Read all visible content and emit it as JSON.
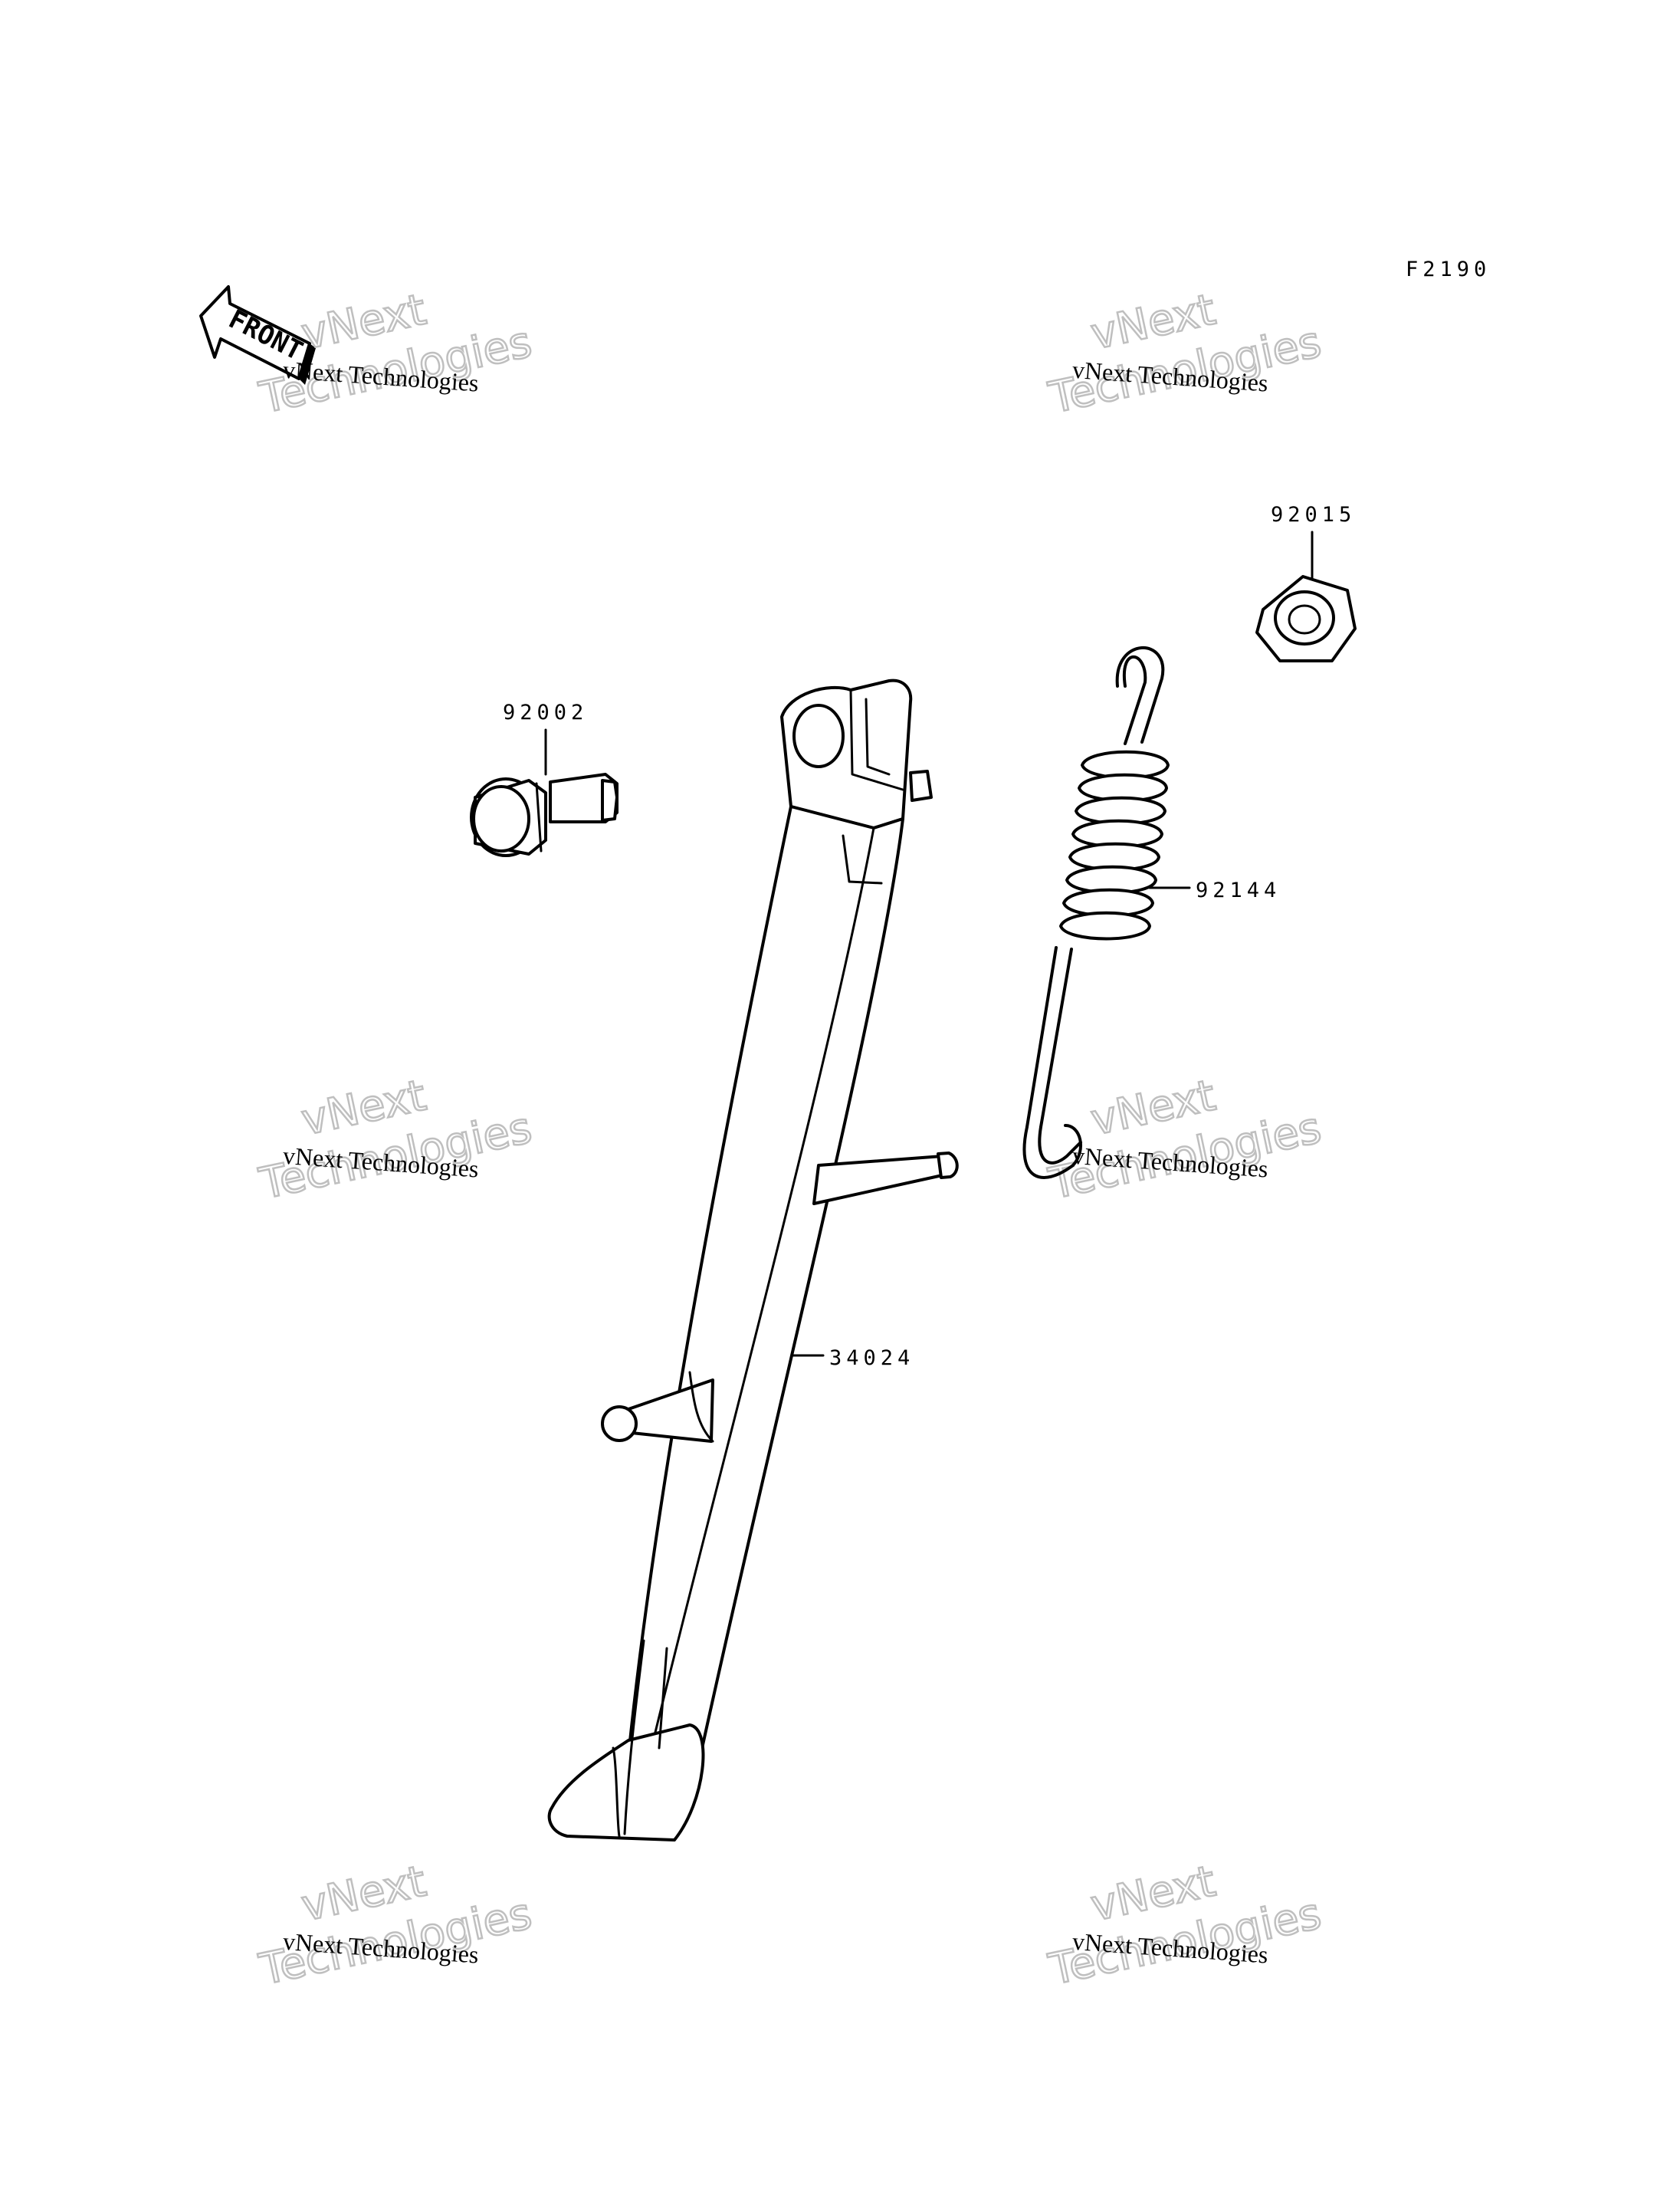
{
  "figure_code": "F2190",
  "front_label": "FRONT",
  "watermark": {
    "line1": "vNext",
    "line2": "Technologies",
    "small": "vNext Technologies"
  },
  "parts": [
    {
      "number": "92015",
      "name": "nut"
    },
    {
      "number": "92002",
      "name": "bolt"
    },
    {
      "number": "92144",
      "name": "spring"
    },
    {
      "number": "34024",
      "name": "side-stand"
    }
  ]
}
